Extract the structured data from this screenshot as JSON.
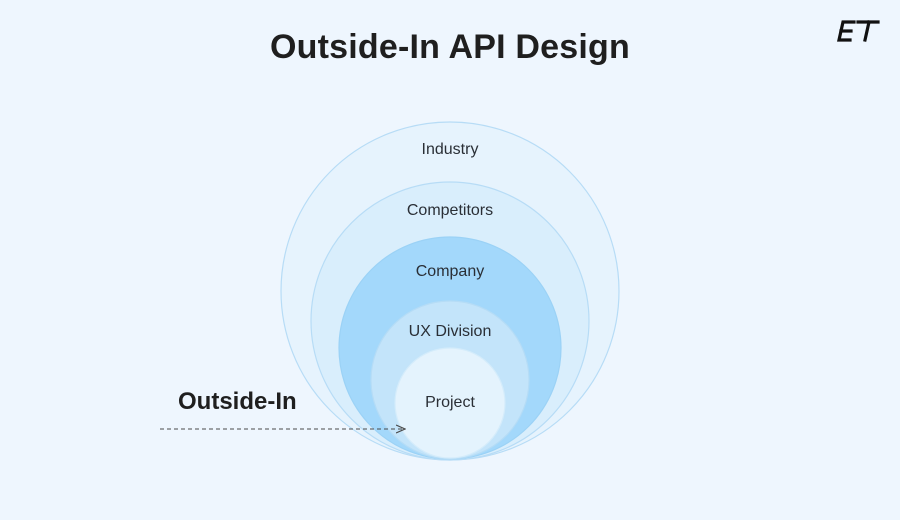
{
  "title": "Outside-In API Design",
  "logo": {
    "text": "ET",
    "color": "#111111"
  },
  "flow_label": "Outside-In",
  "rings": [
    {
      "label": "Industry",
      "fill": "#e6f3fd",
      "stroke": "#b7dcf6"
    },
    {
      "label": "Competitors",
      "fill": "#d9eefc",
      "stroke": "#b7dcf6"
    },
    {
      "label": "Company",
      "fill": "#a3d8fb",
      "stroke": "#9bd2f6"
    },
    {
      "label": "UX Division",
      "fill": "#c3e4fa",
      "stroke": "#b5dcf6"
    },
    {
      "label": "Project",
      "fill": "#e4f3fd",
      "stroke": "#d4ecfb"
    }
  ],
  "colors": {
    "background": "#eef6fe",
    "arrow": "#4a4a4a"
  }
}
